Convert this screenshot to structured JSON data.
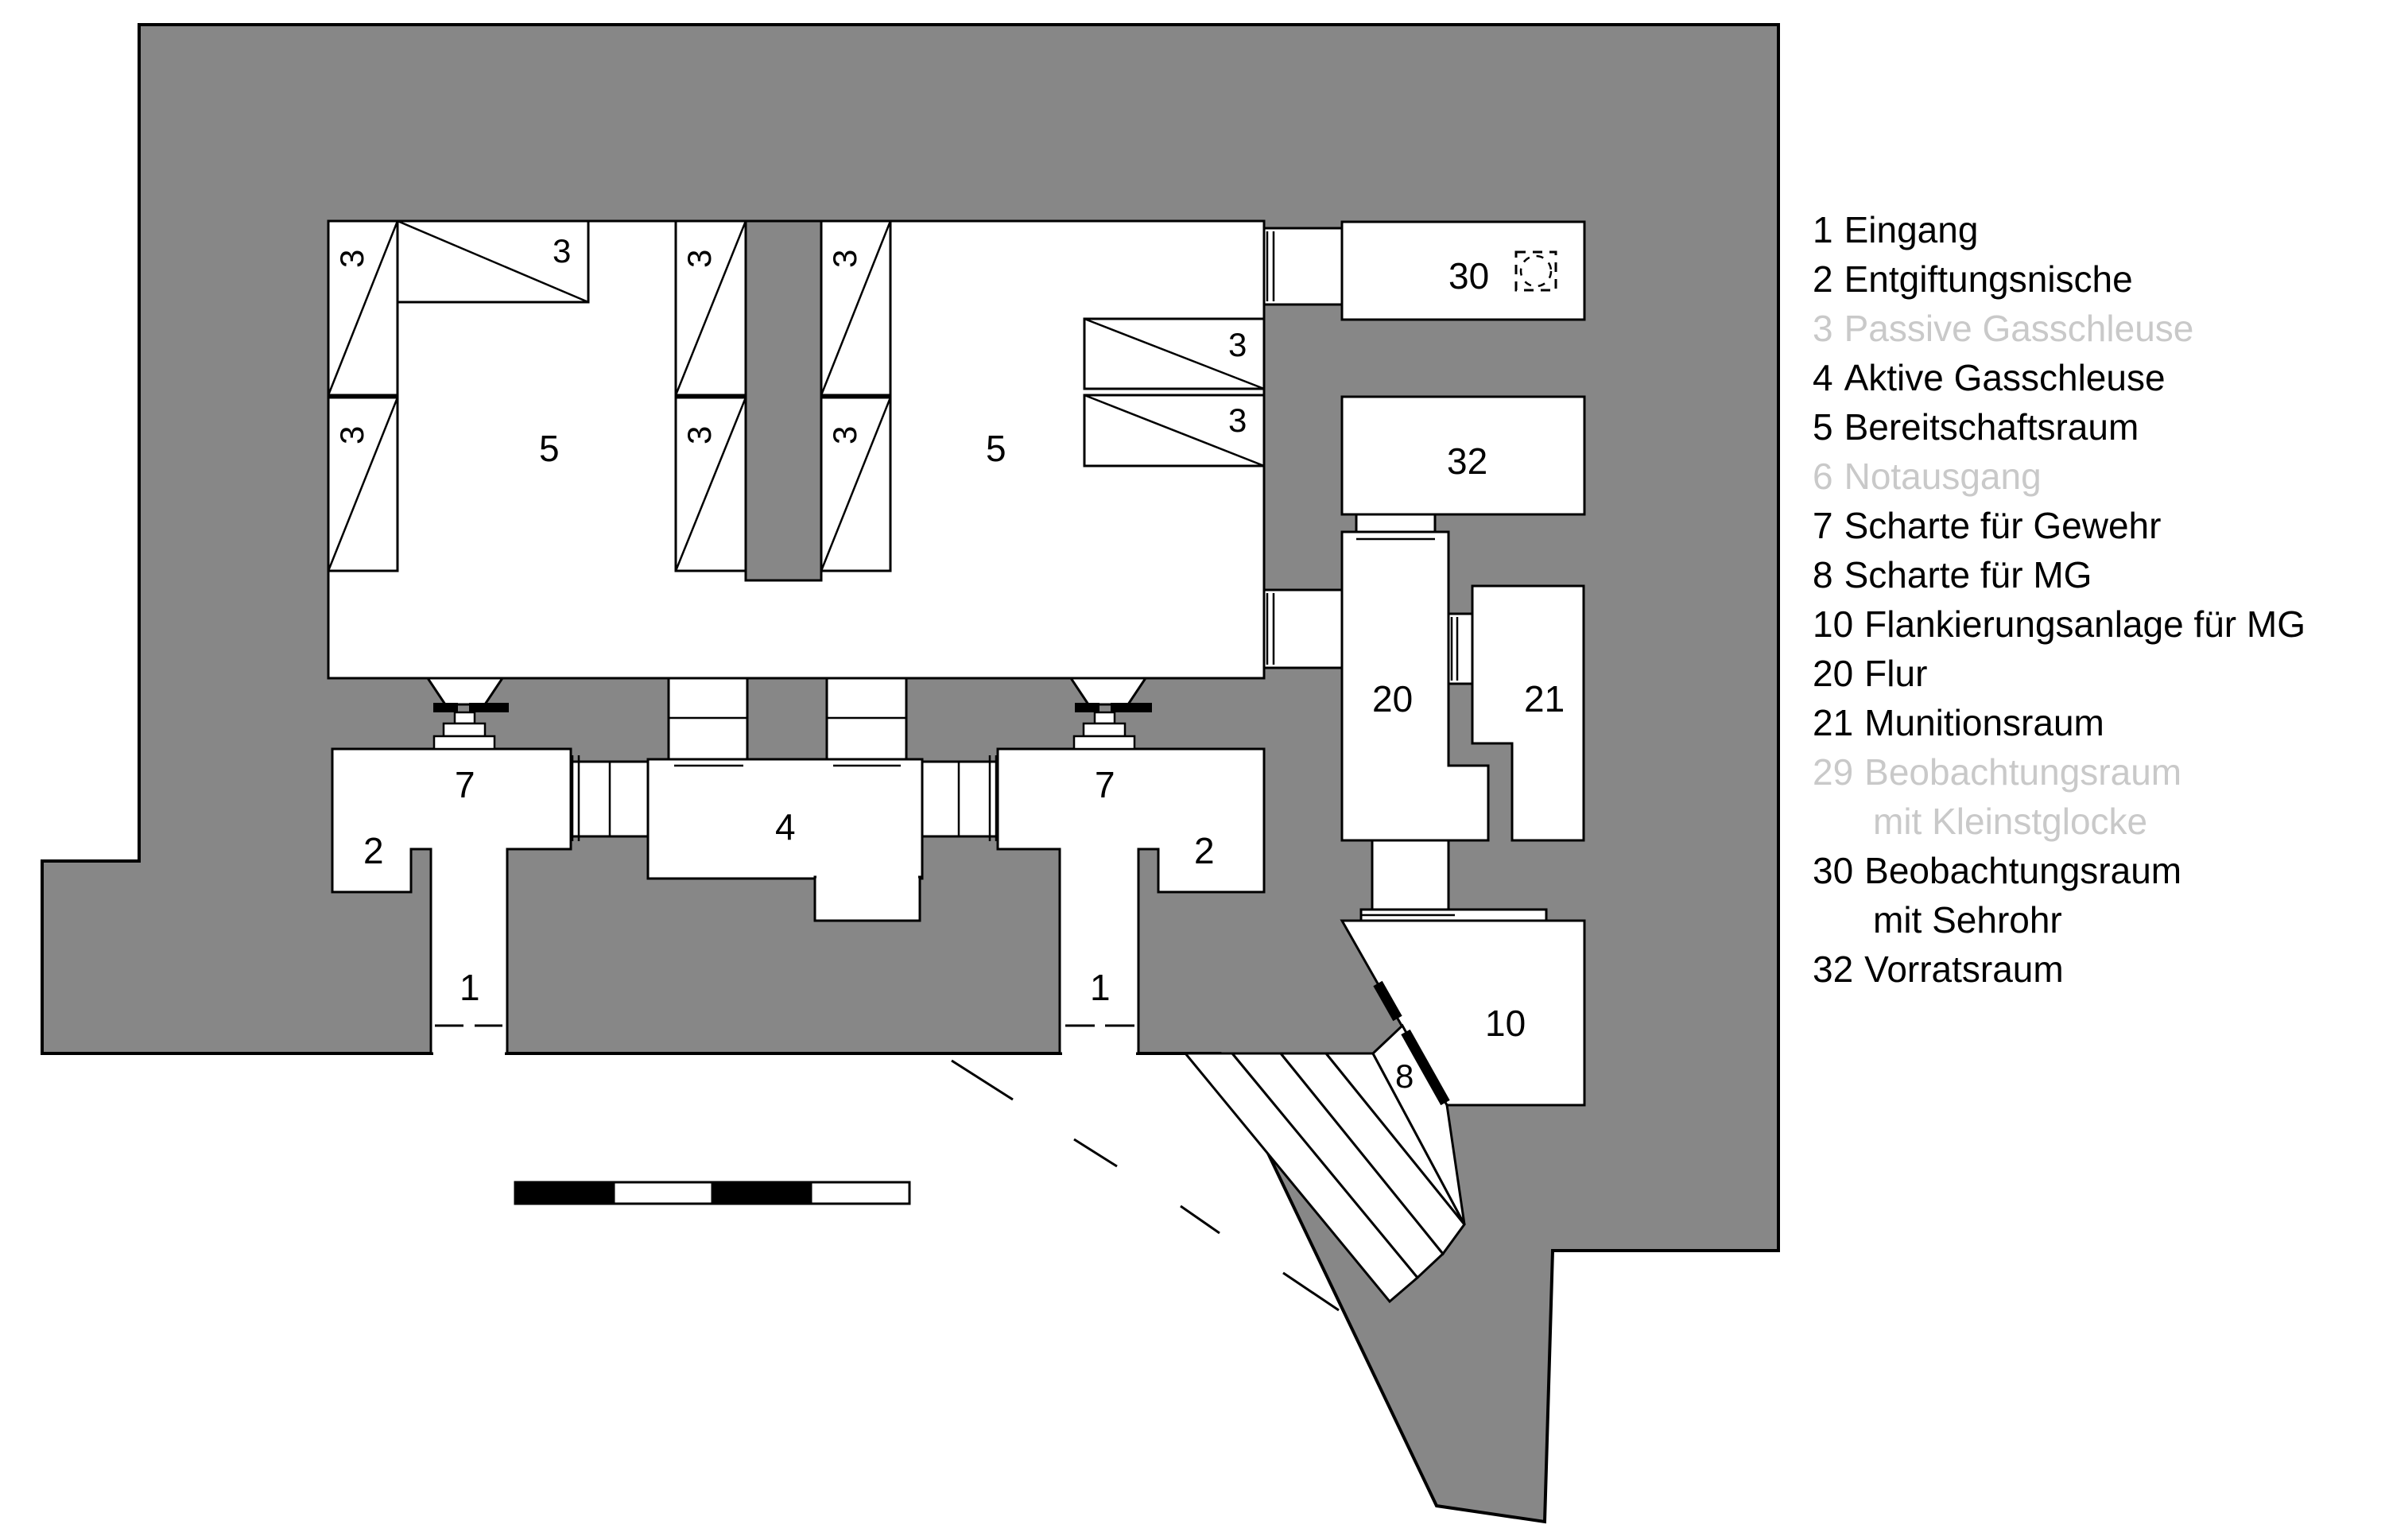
{
  "figure": {
    "type": "bunker-floor-plan",
    "wall_color": "#878787",
    "room_color": "#ffffff",
    "outline_color": "#000000",
    "muted_text_color": "#c9c9c9"
  },
  "plan": {
    "labels": {
      "n1": "1",
      "n2": "2",
      "n3": "3",
      "n4": "4",
      "n5": "5",
      "n7": "7",
      "n8": "8",
      "n10": "10",
      "n20": "20",
      "n21": "21",
      "n30": "30",
      "n32": "32"
    }
  },
  "legend": {
    "items": [
      {
        "number": "1",
        "label": "Eingang",
        "muted": false,
        "indent": false
      },
      {
        "number": "2",
        "label": "Entgiftungsnische",
        "muted": false,
        "indent": false
      },
      {
        "number": "3",
        "label": "Passive Gasschleuse",
        "muted": true,
        "indent": false
      },
      {
        "number": "4",
        "label": "Aktive Gasschleuse",
        "muted": false,
        "indent": false
      },
      {
        "number": "5",
        "label": "Bereitschaftsraum",
        "muted": false,
        "indent": false
      },
      {
        "number": "6",
        "label": "Notausgang",
        "muted": true,
        "indent": false
      },
      {
        "number": "7",
        "label": "Scharte für Gewehr",
        "muted": false,
        "indent": false
      },
      {
        "number": "8",
        "label": "Scharte für MG",
        "muted": false,
        "indent": false
      },
      {
        "number": "10",
        "label": "Flankierungsanlage für MG",
        "muted": false,
        "indent": false
      },
      {
        "number": "20",
        "label": "Flur",
        "muted": false,
        "indent": false
      },
      {
        "number": "21",
        "label": "Munitionsraum",
        "muted": false,
        "indent": false
      },
      {
        "number": "29",
        "label": "Beobachtungsraum",
        "muted": true,
        "indent": false
      },
      {
        "number": "",
        "label": "mit Kleinstglocke",
        "muted": true,
        "indent": true
      },
      {
        "number": "30",
        "label": "Beobachtungsraum",
        "muted": false,
        "indent": false
      },
      {
        "number": "",
        "label": "mit Sehrohr",
        "muted": false,
        "indent": true
      },
      {
        "number": "32",
        "label": "Vorratsraum",
        "muted": false,
        "indent": false
      }
    ]
  }
}
